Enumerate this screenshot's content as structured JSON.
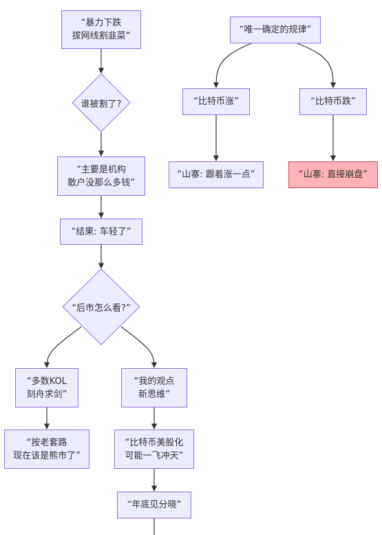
{
  "colors": {
    "node_fill": "#ECECFF",
    "node_stroke": "#9370DB",
    "highlight_fill": "#FFB3B8",
    "highlight_stroke": "#C8575F",
    "edge": "#333333",
    "text": "#333333"
  },
  "nodes": {
    "crash": {
      "line1": "“暴力下跌",
      "line2": "拔网线割韭菜”"
    },
    "who_cut": {
      "label": "谁被割了?"
    },
    "institutions": {
      "line1": "“主要是机构",
      "line2": "散户没那么多钱”"
    },
    "result": {
      "label": "“结果: 车轻了”"
    },
    "outlook": {
      "label": "“后市怎么看?”"
    },
    "kol": {
      "line1": "“多数KOL",
      "line2": "刻舟求剑”"
    },
    "bear": {
      "line1": "“按老套路",
      "line2": "现在该是熊市了”"
    },
    "my_view": {
      "line1": "“我的观点",
      "line2": "新思维”"
    },
    "btc_stock": {
      "line1": "“比特币美股化",
      "line2": "可能一飞冲天”"
    },
    "year_end": {
      "label": "“年底见分晓”"
    },
    "rule": {
      "label": "“唯一确定的规律”"
    },
    "btc_up": {
      "label": "“比特币涨”"
    },
    "btc_down": {
      "label": "“比特币跌”"
    },
    "alt_up": {
      "label": "“山寨: 跟着涨一点”"
    },
    "alt_crash": {
      "label": "“山寨: 直接崩盘”"
    }
  }
}
